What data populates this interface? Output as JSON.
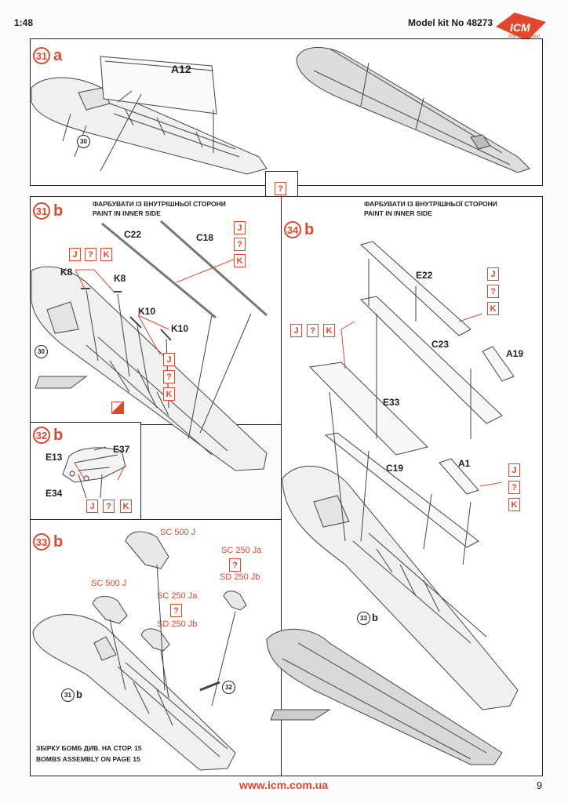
{
  "header": {
    "scale": "1:48",
    "kit_label": "Model kit No 48273",
    "brand": "ICM",
    "tagline": "Kits in the Best"
  },
  "steps": {
    "s31a": {
      "num": "31",
      "letter": "a"
    },
    "s31b": {
      "num": "31",
      "letter": "b"
    },
    "s32b": {
      "num": "32",
      "letter": "b"
    },
    "s33b": {
      "num": "33",
      "letter": "b"
    },
    "s34b": {
      "num": "34",
      "letter": "b"
    }
  },
  "center_mark": "?",
  "paint": {
    "J": "J",
    "Q": "?",
    "K": "K"
  },
  "notes": {
    "paint_inner_ua": "ФАРБУВАТИ ІЗ ВНУТРІШНЬОЇ СТОРОНИ",
    "paint_inner_en": "PAINT IN INNER SIDE",
    "bombs_ua": "ЗБІРКУ БОМБ ДИВ. НА СТОР. 15",
    "bombs_en": "BOMBS ASSEMBLY ON PAGE 15"
  },
  "parts": {
    "A12": "A12",
    "C22": "C22",
    "C18": "C18",
    "K8": "K8",
    "K10": "K10",
    "E13": "E13",
    "E37": "E37",
    "E34": "E34",
    "E22": "E22",
    "C23": "C23",
    "A19": "A19",
    "E33": "E33",
    "C19": "C19",
    "A1": "A1"
  },
  "refs": {
    "r30": "30",
    "r31": "31",
    "r32": "32",
    "r33": "33",
    "b": "b"
  },
  "bombs": {
    "sc500": "SC 500 J",
    "sc250ja": "SC 250 Ja",
    "q": "?",
    "sd250jb": "SD 250 Jb"
  },
  "footer": {
    "url": "www.icm.com.ua",
    "page": "9"
  },
  "colors": {
    "accent": "#e0472d",
    "line": "#222222"
  }
}
